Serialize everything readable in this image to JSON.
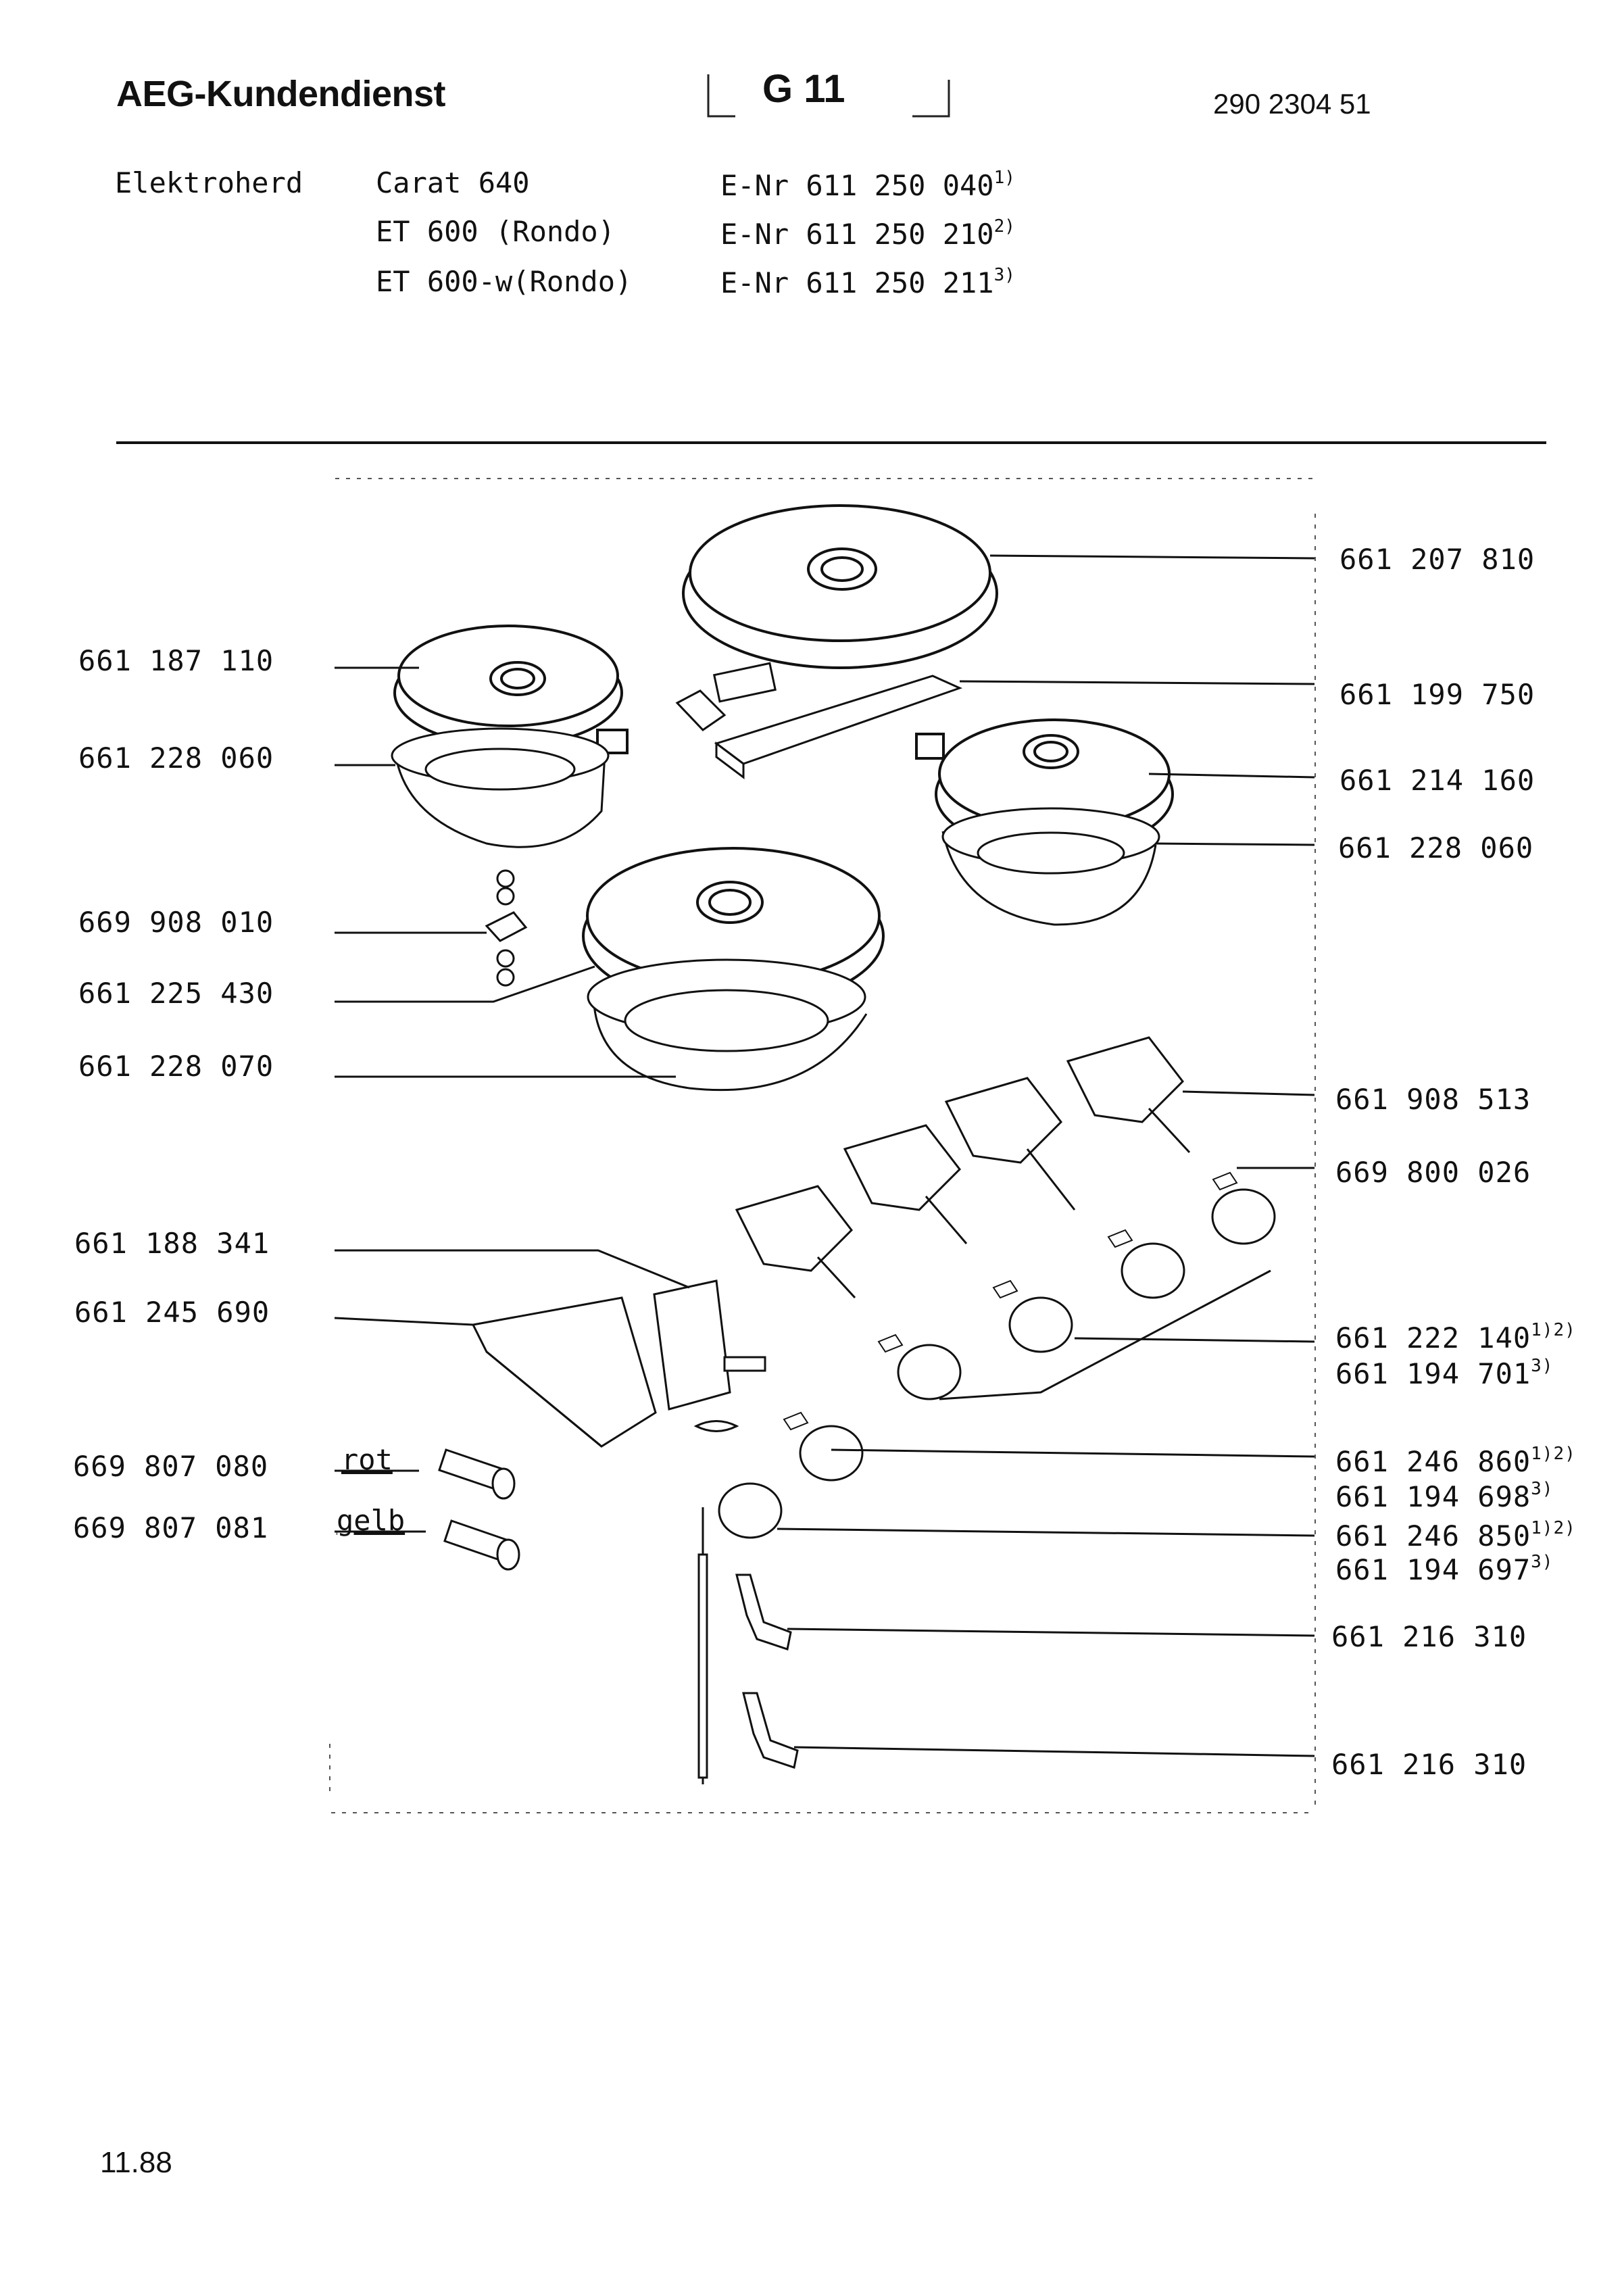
{
  "header": {
    "title": "AEG-Kundendienst",
    "group_code": "G 11",
    "doc_number": "290 2304 51"
  },
  "appliance": {
    "type": "Elektroherd",
    "models": [
      {
        "name": "Carat 640",
        "enr": "E-Nr 611 250 040",
        "note": "1)"
      },
      {
        "name": "ET 600 (Rondo)",
        "enr": "E-Nr 611 250 210",
        "note": "2)"
      },
      {
        "name": "ET 600-w(Rondo)",
        "enr": "E-Nr 611 250 211",
        "note": "3)"
      }
    ]
  },
  "parts_left": [
    "661 187 110",
    "661 228 060",
    "669 908 010",
    "661 225 430",
    "661 228 070",
    "661 188 341",
    "661 245 690",
    "669 807 080",
    "669 807 081"
  ],
  "wire_labels": [
    "rot",
    "gelb"
  ],
  "parts_right": [
    {
      "main": "661 207 810"
    },
    {
      "main": "661 199 750"
    },
    {
      "main": "661 214 160"
    },
    {
      "main": "661 228 060"
    },
    {
      "main": "661 908 513"
    },
    {
      "main": "669 800 026"
    },
    {
      "main": "661 222 140",
      "note": "1)2)",
      "alt": "661 194 701",
      "alt_note": "3)"
    },
    {
      "main": "661 246 860",
      "note": "1)2)",
      "alt": "661 194 698",
      "alt_note": "3)"
    },
    {
      "main": "661 246 850",
      "note": "1)2)",
      "alt": "661 194 697",
      "alt_note": "3)"
    },
    {
      "main": "661 216 310"
    },
    {
      "main": "661 216 310"
    }
  ],
  "footer": {
    "date_code": "11.88"
  }
}
